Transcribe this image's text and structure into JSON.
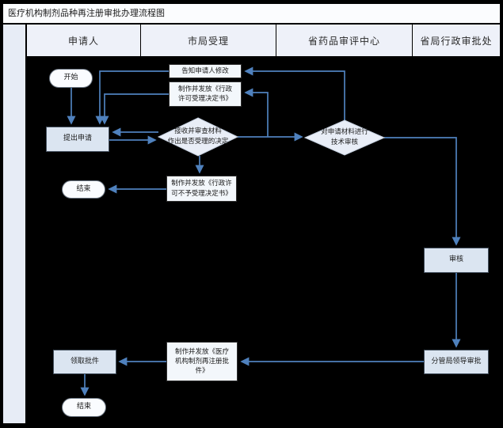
{
  "title": "医疗机构制剂品种再注册审批办理流程图",
  "lanes": [
    {
      "label": "申请人"
    },
    {
      "label": "市局受理"
    },
    {
      "label": "省药品审评中心"
    },
    {
      "label": "省局行政审批处"
    }
  ],
  "nodes": {
    "start": {
      "label": "开始"
    },
    "submit": {
      "label": "提出申请"
    },
    "notify": {
      "label": "告知申请人修改"
    },
    "accept_decision": {
      "lines": [
        "制作并发放《行政",
        "许可受理决定书》"
      ]
    },
    "review_decision": {
      "lines": [
        "接收并审查材料",
        "作出是否受理的决定"
      ]
    },
    "reject_decision": {
      "lines": [
        "制作并发放《行政许",
        "可不予受理决定书》"
      ]
    },
    "end_first": {
      "label": "结束"
    },
    "tech_review": {
      "lines": [
        "对申请材料进行",
        "技术审核"
      ]
    },
    "audit": {
      "label": "审核"
    },
    "leader_approval": {
      "label": "分管局领导审批"
    },
    "issue_approval": {
      "lines": [
        "制作并发放《医疗",
        "机构制剂再注册批",
        "件》"
      ]
    },
    "receive_approval": {
      "label": "领取批件"
    },
    "end_second": {
      "label": "结束"
    }
  },
  "colors": {
    "arrow": "#4f81bd",
    "process_fill": "#dbe5f1",
    "document_fill": "#f3f7fb",
    "diamond_fill": "#e9eef7",
    "lane_fill": "#eef1f9",
    "canvas_bg": "#000000"
  }
}
